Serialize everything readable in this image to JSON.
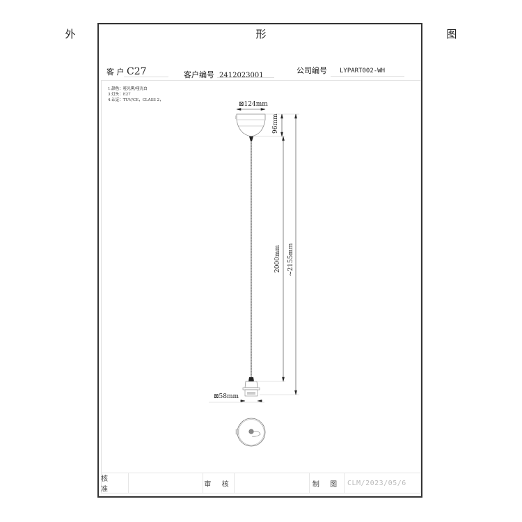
{
  "document": {
    "title_chars": [
      "外",
      "形",
      "图"
    ]
  },
  "header": {
    "customer_label": "客 户",
    "customer_value": "C27",
    "customer_no_label": "客户编号",
    "customer_no_value": "2412023001",
    "company_no_label": "公司编号",
    "company_no_value": "LYPART002-WH"
  },
  "notes": [
    "1.颜色：哑光黑/哑光白",
    "3.灯头：E27",
    "4.认证：TUV/CE，CLASS 2，"
  ],
  "dimensions": {
    "canopy_diameter": "⊠124mm",
    "canopy_height": "96mm",
    "cable_length": "2000mm",
    "total_length": "~2155mm",
    "socket_diameter": "⊠58mm"
  },
  "footer": {
    "approve_label": "核 准",
    "approve_value": "",
    "review_label": "审 核",
    "review_value": "",
    "drawn_label": "制 图",
    "drawn_value": "CLM/2023/05/6"
  }
}
